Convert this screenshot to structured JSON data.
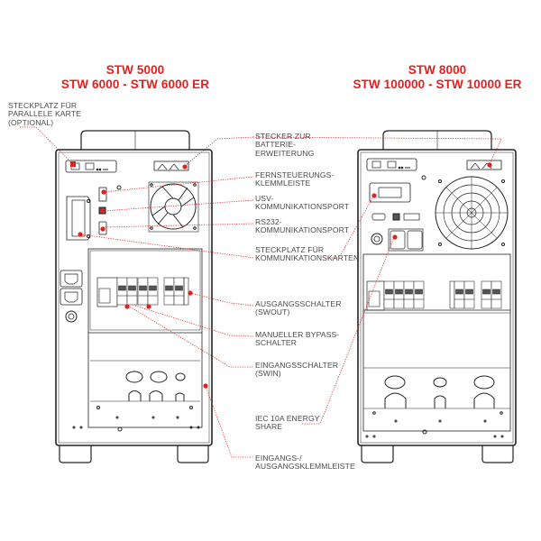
{
  "diagram": {
    "type": "ups-rear-panel-callouts",
    "accent_color": "#e3211c",
    "line_color": "#222222"
  },
  "left_unit": {
    "title_line1": "STW 5000",
    "title_line2": "STW 6000 - STW 6000 ER",
    "label_parallel_slot": "STECKPLATZ FÜR\nPARALLELE KARTE\n(OPTIONAL)"
  },
  "right_unit": {
    "title_line1": "STW 8000",
    "title_line2": "STW 100000 - STW 10000 ER"
  },
  "callouts": [
    {
      "id": "battery",
      "text": "STECKER ZUR\nBATTERIE-\nERWEITERUNG"
    },
    {
      "id": "remote",
      "text": "FERNSTEUERUNGS-\nKLEMMLEISTE"
    },
    {
      "id": "usv",
      "text": "USV-\nKOMMUNIKATIONSPORT"
    },
    {
      "id": "rs232",
      "text": "RS232-\nKOMMUNIKATIONSPORT"
    },
    {
      "id": "comm-slot",
      "text": "STECKPLATZ FÜR\nKOMMUNIKATIONSKARTEN"
    },
    {
      "id": "swout",
      "text": "AUSGANGSSCHALTER\n(SWOUT)"
    },
    {
      "id": "bypass",
      "text": "MANUELLER BYPASS-\nSCHALTER"
    },
    {
      "id": "swin",
      "text": "EINGANGSSCHALTER\n(SWIN)"
    },
    {
      "id": "iec",
      "text": "IEC 10A ENERGY\nSHARE"
    },
    {
      "id": "terminal",
      "text": "EINGANGS-/\nAUSGANGSKLEMMLEISTE"
    }
  ]
}
